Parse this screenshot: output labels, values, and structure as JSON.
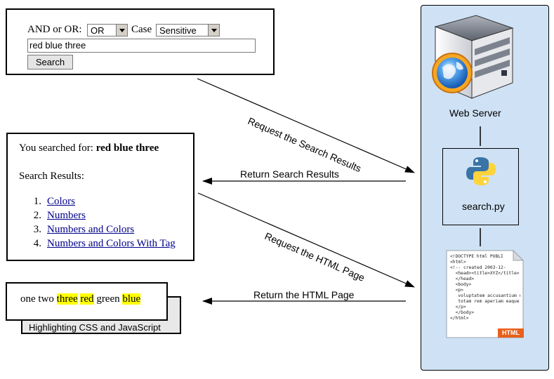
{
  "search_form": {
    "and_or_label": "AND or OR:",
    "and_or_value": "OR",
    "case_label": "Case",
    "case_value": "Sensitive",
    "query": "red blue three",
    "search_button": "Search"
  },
  "results_page": {
    "searched_prefix": "You searched for:",
    "searched_terms": "red blue three",
    "results_heading": "Search Results:",
    "items": [
      {
        "num": "1.",
        "label": "Colors"
      },
      {
        "num": "2.",
        "label": "Numbers"
      },
      {
        "num": "3.",
        "label": "Numbers and Colors"
      },
      {
        "num": "4.",
        "label": "Numbers and Colors With Tag"
      }
    ]
  },
  "highlight_page": {
    "words": [
      {
        "text": "one",
        "highlighted": false
      },
      {
        "text": "two",
        "highlighted": false
      },
      {
        "text": "three",
        "highlighted": true
      },
      {
        "text": "red",
        "highlighted": true
      },
      {
        "text": "green",
        "highlighted": false
      },
      {
        "text": "blue",
        "highlighted": true
      }
    ],
    "caption": "Highlighting CSS and JavaScript",
    "highlight_color": "#ffff00"
  },
  "arrows": {
    "request_search": "Request the Search Results",
    "return_search": "Return Search Results",
    "request_html": "Request the HTML Page",
    "return_html": "Return the HTML Page"
  },
  "server": {
    "web_server_label": "Web Server",
    "script_label": "search.py",
    "panel_color": "#cfe2f5"
  },
  "html_doc_icon": {
    "lines": [
      "<!DOCTYPE html PUBLI",
      "<html>",
      "<!-- created 2003-12-",
      "  <head><title>XYZ</title>",
      "  </head>",
      "  <body>",
      "  <p>",
      "   voluptatem accusantium do",
      "   totam rem aperiam eaque",
      "  </p>",
      "  </body>",
      "</html>"
    ],
    "badge": "HTML"
  }
}
